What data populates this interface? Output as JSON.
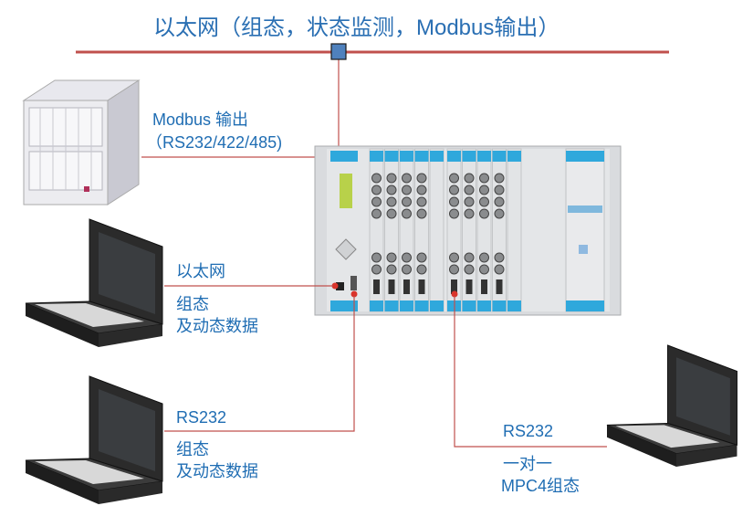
{
  "title": "以太网（组态，状态监测，Modbus输出）",
  "labels": {
    "modbus_output": "Modbus 输出",
    "modbus_ports": "（RS232/422/485)",
    "ethernet": "以太网",
    "config_1": "组态",
    "dynamic_data_1": "及动态数据",
    "rs232_left": "RS232",
    "config_2": "组态",
    "dynamic_data_2": "及动态数据",
    "rs232_right": "RS232",
    "one_to_one": "一对一",
    "mpc4_config": "MPC4组态"
  },
  "colors": {
    "link_line": "#c0504d",
    "text": "#1f6db3",
    "node": "#4f81bd"
  }
}
